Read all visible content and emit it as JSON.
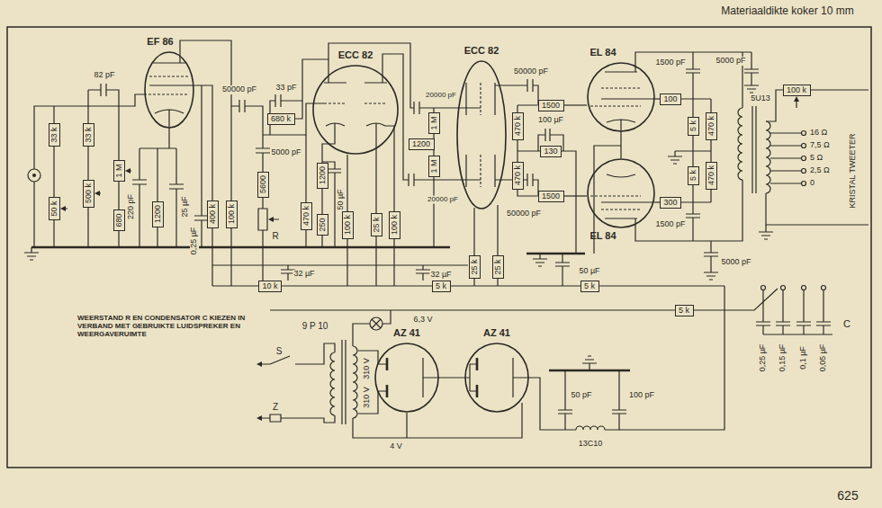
{
  "diagram": {
    "nodes": [
      {
        "text": [
          "EF 86"
        ]
      },
      {
        "text": [
          "ECC 82"
        ]
      },
      {
        "text": [
          "ECC 82"
        ]
      },
      {
        "text": [
          "EL 84"
        ]
      },
      {
        "text": [
          "EL 84"
        ]
      },
      {
        "text": [
          "AZ 41"
        ]
      },
      {
        "text": [
          "AZ 41"
        ]
      },
      {
        "text": [
          "33 k"
        ]
      },
      {
        "text": [
          "50 k"
        ]
      },
      {
        "text": [
          "33 k"
        ]
      },
      {
        "text": [
          "500 k"
        ]
      },
      {
        "text": [
          "1 M"
        ]
      },
      {
        "text": [
          "680"
        ]
      },
      {
        "text": [
          "1200"
        ]
      },
      {
        "text": [
          "400 k"
        ]
      },
      {
        "text": [
          "100 k"
        ]
      },
      {
        "text": [
          "5600"
        ]
      },
      {
        "text": [
          "680 k"
        ]
      },
      {
        "text": [
          "470 k"
        ]
      },
      {
        "text": [
          "1200"
        ]
      },
      {
        "text": [
          "250"
        ]
      },
      {
        "text": [
          "100 k"
        ]
      },
      {
        "text": [
          "25 k"
        ]
      },
      {
        "text": [
          "100 k"
        ]
      },
      {
        "text": [
          "1 M"
        ]
      },
      {
        "text": [
          "1200"
        ]
      },
      {
        "text": [
          "1 M"
        ]
      },
      {
        "text": [
          "470 k"
        ]
      },
      {
        "text": [
          "470 k"
        ]
      },
      {
        "text": [
          "25 k"
        ]
      },
      {
        "text": [
          "25 k"
        ]
      },
      {
        "text": [
          "1500"
        ]
      },
      {
        "text": [
          "130"
        ]
      },
      {
        "text": [
          "1500"
        ]
      },
      {
        "text": [
          "100"
        ]
      },
      {
        "text": [
          "300"
        ]
      },
      {
        "text": [
          "5 k"
        ]
      },
      {
        "text": [
          "470 k"
        ]
      },
      {
        "text": [
          "5 k"
        ]
      },
      {
        "text": [
          "470 k"
        ]
      },
      {
        "text": [
          "100 k"
        ]
      },
      {
        "text": [
          "10 k"
        ]
      },
      {
        "text": [
          "5 k"
        ]
      },
      {
        "text": [
          "5 k"
        ]
      },
      {
        "text": [
          "5 k"
        ]
      }
    ],
    "edges": [
      {
        "from": 31,
        "to": 3,
        "arrow": "none"
      },
      {
        "from": 33,
        "to": 4,
        "arrow": "none"
      },
      {
        "from": 3,
        "to": 34,
        "arrow": "none"
      },
      {
        "from": 4,
        "to": 35,
        "arrow": "none"
      }
    ],
    "labels": [
      "Materiaaldikte koker 10 mm",
      "82 pF",
      "220 pF",
      "25 µF",
      "0,25 µF",
      "50000 pF",
      "33 pF",
      "5000 pF",
      "R",
      "50 µF",
      "32 µF",
      "20000 pF",
      "20000 pF",
      "32 µF",
      "50000 pF",
      "100 µF",
      "50000 pF",
      "50 µF",
      "1500 pF",
      "5000 pF",
      "1500 pF",
      "5000 pF",
      "5U13",
      "16 Ω",
      "7,5 Ω",
      "5 Ω",
      "2,5 Ω",
      "0",
      "KRISTAL TWEETER",
      "0,25 µF",
      "0,15 µF",
      "0,1 µF",
      "0,05 µF",
      "C",
      "WEERSTAND R EN CONDENSATOR C KIEZEN IN VERBAND MET GEBRUIKTE LUIDSPREKER EN WEERGAVERUIMTE",
      "9 P 10",
      "6,3 V",
      "S",
      "Z",
      "310 V",
      "310 V",
      "4 V",
      "50 pF",
      "100 pF",
      "13C10",
      "625"
    ]
  }
}
